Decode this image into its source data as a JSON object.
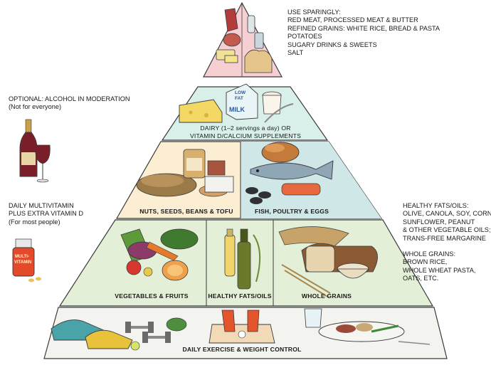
{
  "pyramid": {
    "top": {
      "heading": "USE SPARINGLY:",
      "items": [
        "RED MEAT, PROCESSED MEAT & BUTTER",
        "REFINED GRAINS: WHITE RICE, BREAD & PASTA",
        "POTATOES",
        "SUGARY DRINKS & SWEETS",
        "SALT"
      ]
    },
    "dairy": {
      "line1": "DAIRY (1–2 servings a day) OR",
      "line2": "VITAMIN D/CALCIUM SUPPLEMENTS"
    },
    "protein_left": "NUTS, SEEDS, BEANS & TOFU",
    "protein_right": "FISH, POULTRY & EGGS",
    "base_left": "VEGETABLES & FRUITS",
    "base_middle": "HEALTHY FATS/OILS",
    "base_right": "WHOLE GRAINS",
    "foundation": "DAILY EXERCISE & WEIGHT CONTROL",
    "milk_carton": {
      "top": "LOW",
      "mid": "FAT",
      "label": "MILK"
    },
    "vitamin_bottle": {
      "line1": "MULTI-",
      "line2": "VITAMIN"
    }
  },
  "side_notes": {
    "alcohol": {
      "line1": "OPTIONAL: ALCOHOL IN MODERATION",
      "line2": "(Not for everyone)"
    },
    "vitamin": {
      "line1": "DAILY MULTIVITAMIN",
      "line2": "PLUS EXTRA VITAMIN D",
      "line3": "(For most people)"
    },
    "fats": {
      "heading": "HEALTHY FATS/OILS:",
      "items": [
        "OLIVE, CANOLA, SOY, CORN,",
        "SUNFLOWER, PEANUT",
        "& OTHER VEGETABLE OILS;",
        "TRANS-FREE MARGARINE"
      ]
    },
    "grains": {
      "heading": "WHOLE GRAINS:",
      "items": [
        "BROWN RICE,",
        "WHOLE WHEAT PASTA,",
        "OATS, ETC."
      ]
    }
  },
  "colors": {
    "top_tier": "#f6cfd3",
    "dairy_tier": "#d9efe9",
    "nuts_tier": "#fbeed3",
    "fish_tier": "#cfe7e6",
    "base_tier": "#e3efd6",
    "foundation_tier": "#f3f3ef",
    "outline": "#3a3a3a"
  },
  "icons": [
    "meat-icon",
    "bread-icon",
    "butter-icon",
    "wine-bottle-icon",
    "wine-glass-icon",
    "cheese-icon",
    "milk-carton-icon",
    "yogurt-icon",
    "nuts-icon",
    "turkey-icon",
    "fish-icon",
    "vegetables-icon",
    "oil-bottle-icon",
    "bread-loaf-icon",
    "wheat-icon",
    "rice-bowl-icon",
    "sneakers-icon",
    "dumbbell-icon",
    "bathroom-scale-icon",
    "water-glass-icon",
    "dinner-plate-icon",
    "vitamin-bottle-icon"
  ]
}
